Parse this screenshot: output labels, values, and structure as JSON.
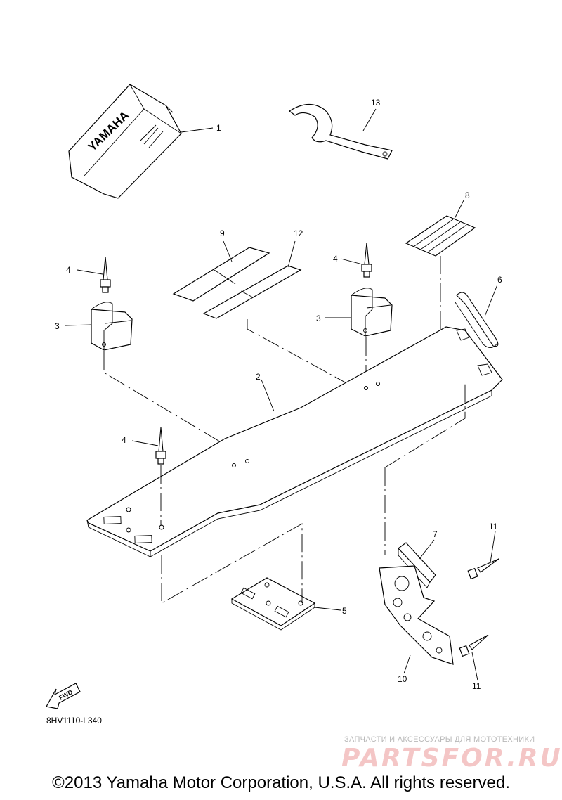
{
  "diagram_code": "8HV1110-L340",
  "copyright": "©2013 Yamaha Motor Corporation, U.S.A. All rights reserved.",
  "watermark": {
    "top_line": "ЗАПЧАСТИ И АКСЕССУАРЫ ДЛЯ МОТОТЕХНИКИ",
    "logo": "PARTSFOR.RU",
    "color": "#f0b4b4"
  },
  "cover_text": "YAMAHA",
  "fwd_label": "FWD",
  "callouts": {
    "c1": "1",
    "c2": "2",
    "c3a": "3",
    "c3b": "3",
    "c4a": "4",
    "c4b": "4",
    "c4c": "4",
    "c5": "5",
    "c6": "6",
    "c7": "7",
    "c8": "8",
    "c9": "9",
    "c10": "10",
    "c11a": "11",
    "c11b": "11",
    "c12": "12",
    "c13": "13"
  }
}
